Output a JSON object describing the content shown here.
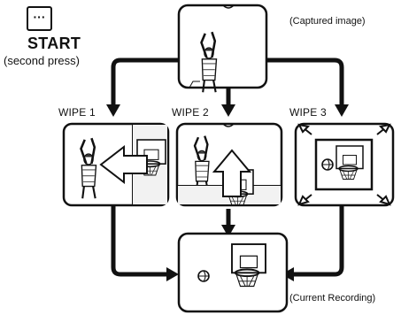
{
  "start": {
    "button_icon": "ellipsis-button-icon",
    "label": "START",
    "sublabel": "(second press)"
  },
  "frames": {
    "captured_caption": "(Captured image)",
    "current_caption": "(Current Recording)"
  },
  "wipes": [
    {
      "label": "WIPE 1"
    },
    {
      "label": "WIPE 2"
    },
    {
      "label": "WIPE 3"
    }
  ]
}
